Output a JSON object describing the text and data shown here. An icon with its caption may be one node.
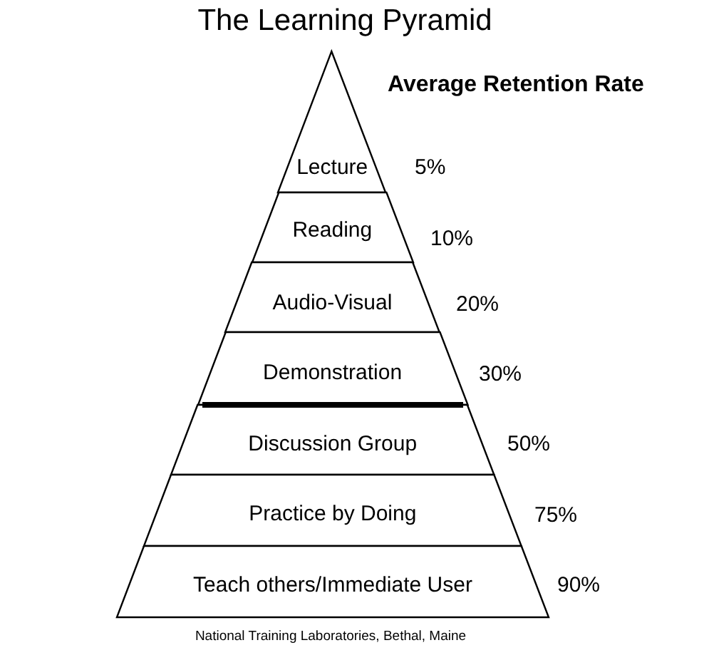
{
  "diagram": {
    "title": "The Learning Pyramid",
    "caption": "National Training Laboratories, Bethal, Maine",
    "nodes": [
      {
        "text": [
          "Lecture"
        ],
        "beside": [
          "5%"
        ]
      },
      {
        "text": [
          "Reading"
        ],
        "beside": [
          "10%"
        ]
      },
      {
        "text": [
          "Audio-Visual"
        ],
        "beside": [
          "20%"
        ]
      },
      {
        "text": [
          "Demonstration"
        ],
        "beside": [
          "30%"
        ]
      },
      {
        "text": [
          "Discussion Group"
        ],
        "beside": [
          "50%"
        ]
      },
      {
        "text": [
          "Practice by Doing"
        ],
        "beside": [
          "75%"
        ]
      },
      {
        "text": [
          "Teach others/Immediate User"
        ],
        "beside": [
          "90%"
        ]
      }
    ],
    "labels": [
      "Average Retention Rate"
    ]
  }
}
